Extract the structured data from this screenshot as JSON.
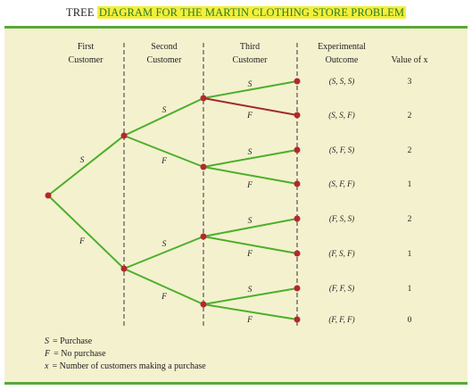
{
  "title": {
    "lead": "TREE",
    "highlight": "DIAGRAM FOR THE MARTIN CLOTHING STORE PROBLEM"
  },
  "headers": {
    "first_1": "First",
    "first_2": "Customer",
    "second_1": "Second",
    "second_2": "Customer",
    "third_1": "Third",
    "third_2": "Customer",
    "outcome_1": "Experimental",
    "outcome_2": "Outcome",
    "value": "Value of x"
  },
  "tree": {
    "branch_labels": {
      "root_s": "S",
      "root_f": "F",
      "s_s": "S",
      "s_f": "F",
      "f_s": "S",
      "f_f": "F",
      "ss_s": "S",
      "ss_f": "F",
      "sf_s": "S",
      "sf_f": "F",
      "fs_s": "S",
      "fs_f": "F",
      "ff_s": "S",
      "ff_f": "F"
    },
    "outcomes": [
      "(S, S, S)",
      "(S, S, F)",
      "(S, F, S)",
      "(S, F, F)",
      "(F, S, S)",
      "(F, S, F)",
      "(F, F, S)",
      "(F, F, F)"
    ],
    "values": [
      3,
      2,
      2,
      1,
      2,
      1,
      1,
      0
    ]
  },
  "legend": {
    "s_key": "S",
    "s_text": "= Purchase",
    "f_key": "F",
    "f_text": "= No purchase",
    "x_key": "x",
    "x_text": "= Number of customers making a purchase"
  },
  "colors": {
    "branch": "#4caf2a",
    "highlight_branch": "#9e2a2a",
    "node": "#b3282d",
    "panel_bg": "#f4f1cf",
    "title_highlight": "#f3ef3a"
  }
}
